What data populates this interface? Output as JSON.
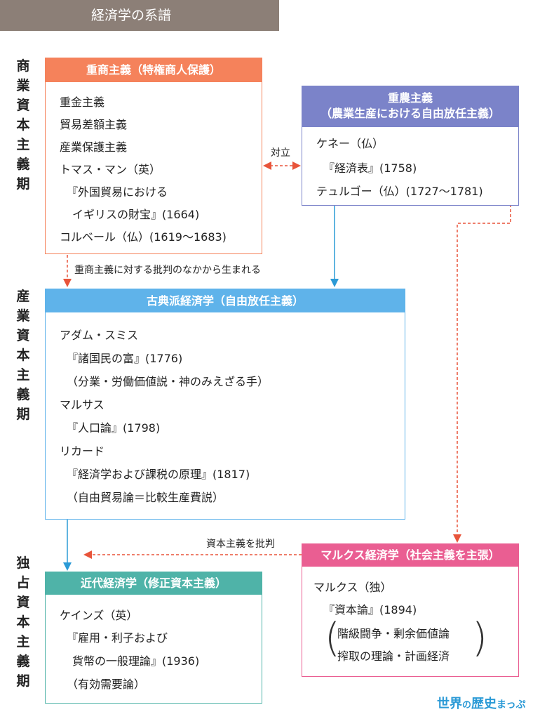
{
  "header": {
    "title": "経済学の系譜"
  },
  "periods": {
    "mercantile": "商業資本主義期",
    "industrial": "産業資本主義期",
    "monopoly": "独占資本主義期"
  },
  "boxes": {
    "mercantilism": {
      "title": "重商主義（特権商人保護）",
      "lines": [
        "重金主義",
        "貿易差額主義",
        "産業保護主義",
        "トマス・マン（英）",
        "『外国貿易における",
        "イギリスの財宝』(1664)",
        "コルベール（仏）(1619〜1683)"
      ]
    },
    "physiocracy": {
      "title": "重農主義",
      "subtitle": "（農業生産における自由放任主義）",
      "lines": [
        "ケネー（仏）",
        "『経済表』(1758)",
        "テュルゴー（仏）(1727〜1781)"
      ]
    },
    "classical": {
      "title": "古典派経済学（自由放任主義）",
      "lines": [
        "アダム・スミス",
        "『諸国民の富』(1776)",
        "（分業・労働価値説・神のみえざる手）",
        "マルサス",
        "『人口論』(1798)",
        "リカード",
        "『経済学および課税の原理』(1817)",
        "（自由貿易論＝比較生産費説）"
      ]
    },
    "marxian": {
      "title": "マルクス経済学（社会主義を主張）",
      "lines": [
        "マルクス（独）",
        "『資本論』(1894)",
        "階級闘争・剰余価値論",
        "搾取の理論・計画経済"
      ]
    },
    "modern": {
      "title": "近代経済学（修正資本主義）",
      "lines": [
        "ケインズ（英）",
        "『雇用・利子および",
        "貨幣の一般理論』(1936)",
        "（有効需要論）"
      ]
    }
  },
  "notes": {
    "opposition": "対立",
    "born_from": "重商主義に対する批判のなかから生まれる",
    "critique": "資本主義を批判"
  },
  "logo": {
    "a": "世界",
    "b": "の",
    "c": "歴史",
    "d": "まっぷ"
  },
  "colors": {
    "mercantilism": "#f5825b",
    "physiocracy": "#7b83c9",
    "classical": "#5fb3ea",
    "marxian": "#ea5e92",
    "modern": "#4fb3a8",
    "arrow_solid": "#2b9ad6",
    "arrow_dashed": "#e8543a"
  }
}
